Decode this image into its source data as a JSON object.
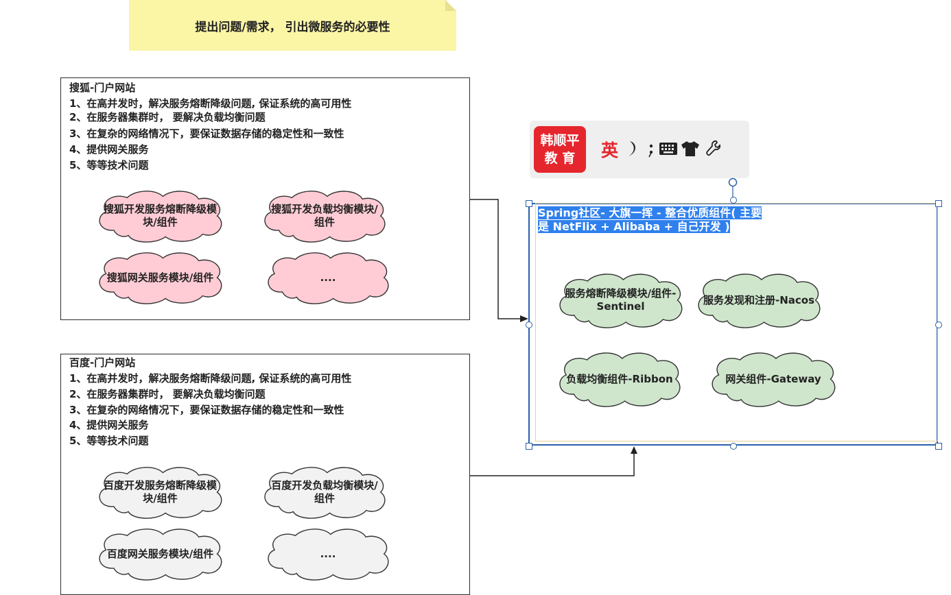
{
  "note": {
    "text": "提出问题/需求， 引出微服务的必要性"
  },
  "sohu": {
    "title": "搜狐-门户网站",
    "lines": [
      "1、在高并发时，解决服务熔断降级问题, 保证系统的高可用性",
      "2、在服务器集群时， 要解决负载均衡问题",
      "3、在复杂的网络情况下，要保证数据存储的稳定性和一致性",
      "4、提供网关服务",
      "5、等等技术问题"
    ],
    "clouds": [
      "搜狐开发服务熔断降级模块/组件",
      "搜狐开发负载均衡模块/组件",
      "搜狐网关服务模块/组件",
      "...."
    ],
    "cloud_color": "#ffccd5"
  },
  "baidu": {
    "title": "百度-门户网站",
    "lines": [
      "1、在高并发时，解决服务熔断降级问题, 保证系统的高可用性",
      "2、在服务器集群时， 要解决负载均衡问题",
      "3、在复杂的网络情况下，要保证数据存储的稳定性和一致性",
      "4、提供网关服务",
      "5、等等技术问题"
    ],
    "clouds": [
      "百度开发服务熔断降级模块/组件",
      "百度开发负载均衡模块/组件",
      "百度网关服务模块/组件",
      "...."
    ],
    "cloud_color": "#f2f2f2"
  },
  "ime": {
    "logo": "韩顺平\n教 育",
    "mode": "英",
    "icons": [
      "moon-icon",
      "punctuation-icon",
      "keyboard-icon",
      "shirt-icon",
      "wrench-icon"
    ]
  },
  "spring": {
    "title": "Spring社区- 大旗一挥 - 整合优质组件( 主要是 NetFlix + Alibaba + 自己开发 )",
    "clouds": [
      "服务熔断降级模块/组件-Sentinel",
      "服务发现和注册-Nacos",
      "负载均衡组件-Ribbon",
      "网关组件-Gateway"
    ],
    "cloud_color": "#cfe6cc"
  },
  "colors": {
    "note": "#fbf5a6",
    "selection": "#2b5fa8",
    "highlight": "#2f80ed",
    "brand": "#e5262d"
  }
}
